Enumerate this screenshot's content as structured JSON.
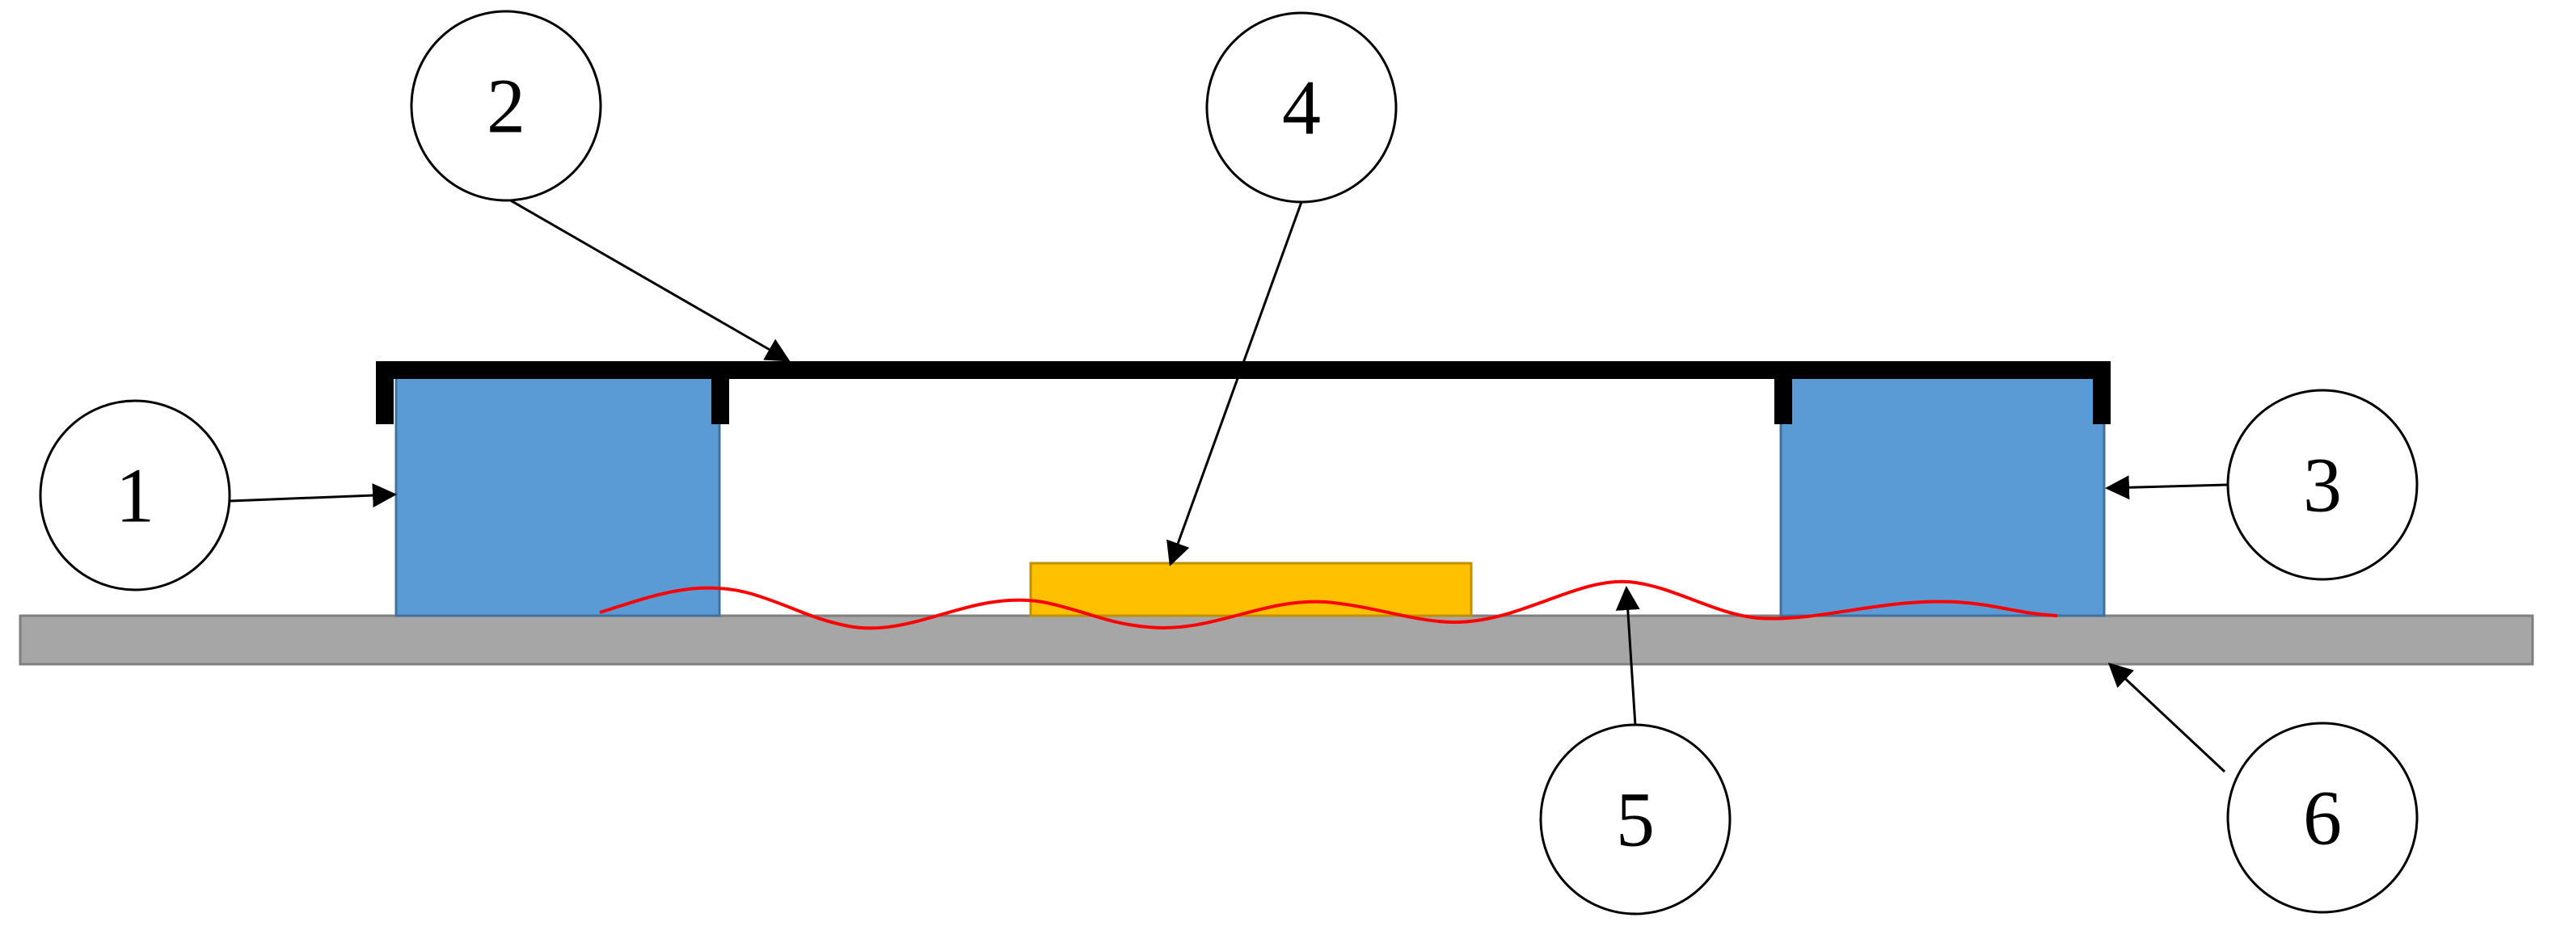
{
  "colors": {
    "support_block": "#5B9BD5",
    "support_block_edge": "#41719C",
    "bridge_beam": "#000000",
    "chip": "#FFC000",
    "chip_edge": "#BF9000",
    "wire": "#FF0000",
    "substrate": "#A6A6A6",
    "substrate_edge": "#7F7F7F",
    "leader_line": "#000000",
    "callout_circle": "#000000"
  },
  "callouts": [
    {
      "id": "c1",
      "label": "1"
    },
    {
      "id": "c2",
      "label": "2"
    },
    {
      "id": "c3",
      "label": "3"
    },
    {
      "id": "c4",
      "label": "4"
    },
    {
      "id": "c5",
      "label": "5"
    },
    {
      "id": "c6",
      "label": "6"
    }
  ]
}
